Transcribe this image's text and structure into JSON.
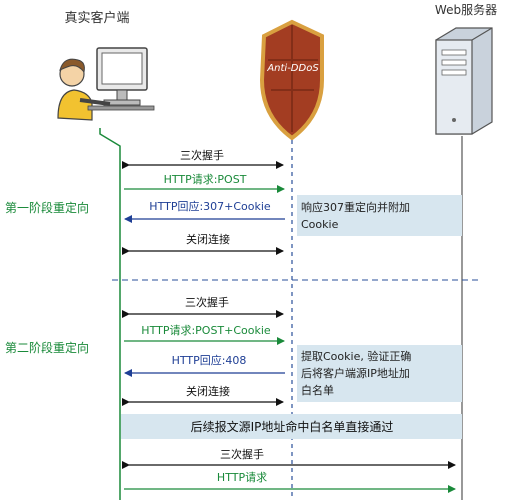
{
  "actors": {
    "client_label": "真实客户端",
    "shield_label": "Anti-DDoS",
    "server_label": "Web服务器"
  },
  "phase1": {
    "label": "第一阶段重定向",
    "handshake": "三次握手",
    "request": "HTTP请求:POST",
    "response": "HTTP回应:307+Cookie",
    "close": "关闭连接",
    "note_line1": "响应307重定向并附加",
    "note_line2": "Cookie"
  },
  "phase2": {
    "label": "第二阶段重定向",
    "handshake": "三次握手",
    "request": "HTTP请求:POST+Cookie",
    "response": "HTTP回应:408",
    "close": "关闭连接",
    "note_line1": "提取Cookie, 验证正确",
    "note_line2": "后将客户端源IP地址加",
    "note_line3": "白名单"
  },
  "whitelist_banner": "后续报文源IP地址命中白名单直接通过",
  "final": {
    "handshake": "三次握手",
    "request": "HTTP请求"
  },
  "colors": {
    "green": "#1a8a3a",
    "blue": "#1f3f95",
    "black": "#111111",
    "note_bg": "#d7e6ef",
    "dashed": "#2a4f9a",
    "shield": "#a33d22",
    "shield_rim": "#d9a040"
  },
  "icons": {
    "client": "person-at-computer-icon",
    "shield": "shield-icon",
    "server": "server-tower-icon"
  }
}
